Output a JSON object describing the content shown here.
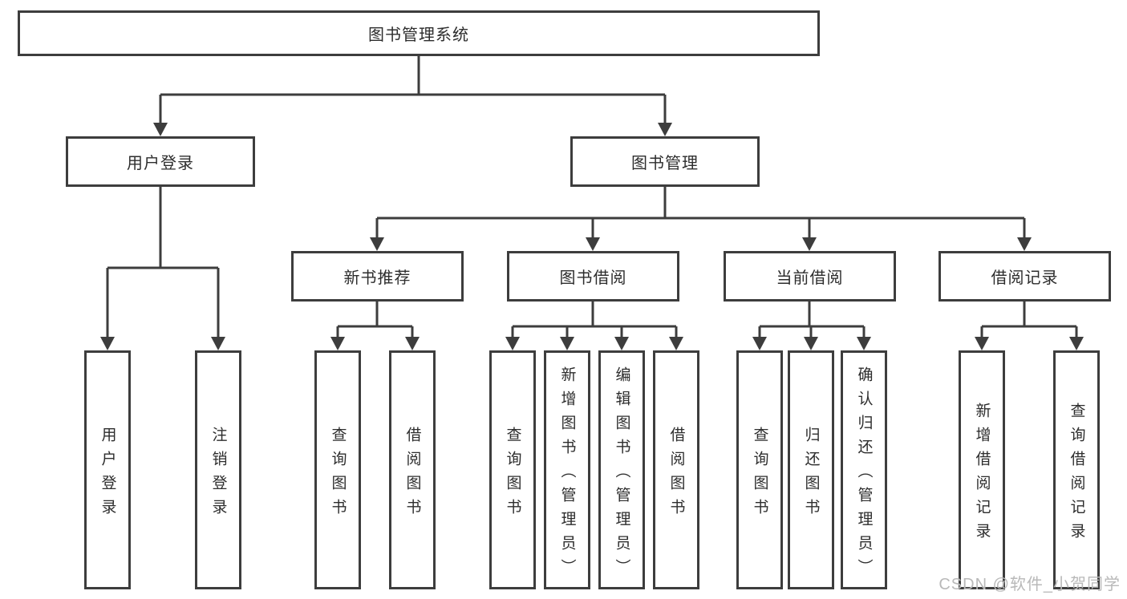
{
  "watermark": {
    "text": "CSDN @软件_小贺同学"
  },
  "colors": {
    "line": "#3d3d3d",
    "text": "#2d2d2d",
    "background": "#ffffff",
    "watermark": "#b9b9b9"
  },
  "tree": {
    "root": {
      "label": "图书管理系统",
      "children": [
        {
          "label": "用户登录",
          "children": [
            {
              "label": "用户登录"
            },
            {
              "label": "注销登录"
            }
          ]
        },
        {
          "label": "图书管理",
          "children": [
            {
              "label": "新书推荐",
              "children": [
                {
                  "label": "查询图书"
                },
                {
                  "label": "借阅图书"
                }
              ]
            },
            {
              "label": "图书借阅",
              "children": [
                {
                  "label": "查询图书"
                },
                {
                  "label": "新增图书（管理员）"
                },
                {
                  "label": "编辑图书（管理员）"
                },
                {
                  "label": "借阅图书"
                }
              ]
            },
            {
              "label": "当前借阅",
              "children": [
                {
                  "label": "查询图书"
                },
                {
                  "label": "归还图书"
                },
                {
                  "label": "确认归还（管理员）"
                }
              ]
            },
            {
              "label": "借阅记录",
              "children": [
                {
                  "label": "新增借阅记录"
                },
                {
                  "label": "查询借阅记录"
                }
              ]
            }
          ]
        }
      ]
    }
  }
}
